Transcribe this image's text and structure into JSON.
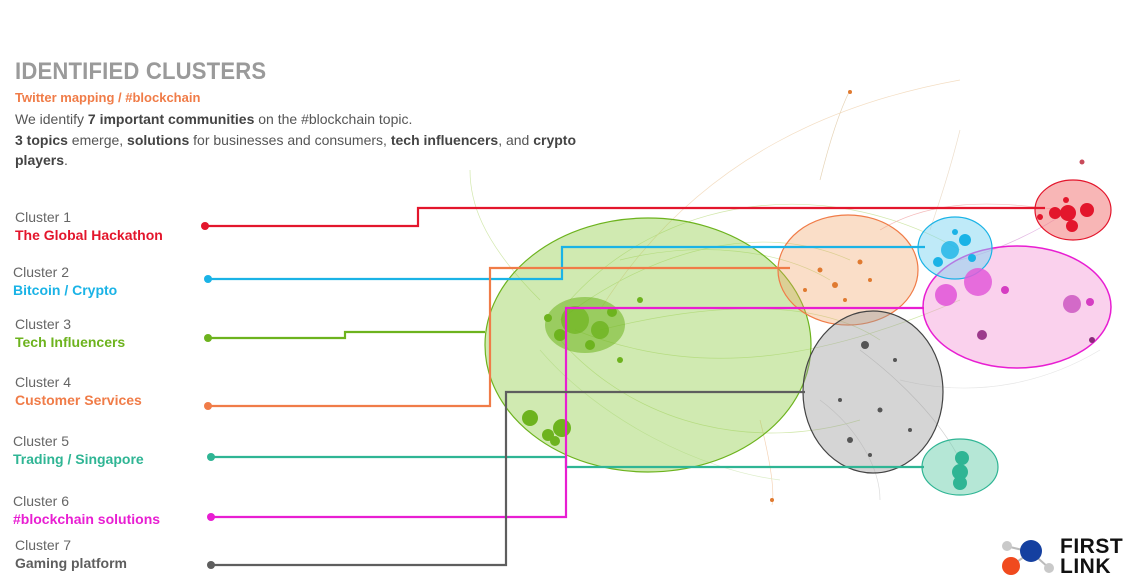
{
  "header": {
    "title": "IDENTIFIED CLUSTERS",
    "subtitle": "Twitter mapping / #blockchain",
    "line1": [
      "We identify ",
      "7 important communities",
      " on the #blockchain topic."
    ],
    "line2": [
      "3 topics",
      " emerge, ",
      "solutions",
      " for businesses and consumers, ",
      "tech influencers",
      ", and ",
      "crypto players",
      "."
    ]
  },
  "clusters": [
    {
      "num": "Cluster 1",
      "name": "The Global Hackathon",
      "color": "#e3162c"
    },
    {
      "num": "Cluster 2",
      "name": "Bitcoin / Crypto",
      "color": "#1ab3e6"
    },
    {
      "num": "Cluster 3",
      "name": "Tech Influencers",
      "color": "#6db31e"
    },
    {
      "num": "Cluster 4",
      "name": "Customer Services",
      "color": "#f07c48"
    },
    {
      "num": "Cluster 5",
      "name": "Trading / Singapore",
      "color": "#2fb594"
    },
    {
      "num": "Cluster 6",
      "name": "#blockchain solutions",
      "color": "#e81ed2"
    },
    {
      "num": "Cluster 7",
      "name": "Gaming platform",
      "color": "#5e5e5e"
    }
  ],
  "logo": {
    "line1": "FIRST",
    "line2": "LINK"
  }
}
